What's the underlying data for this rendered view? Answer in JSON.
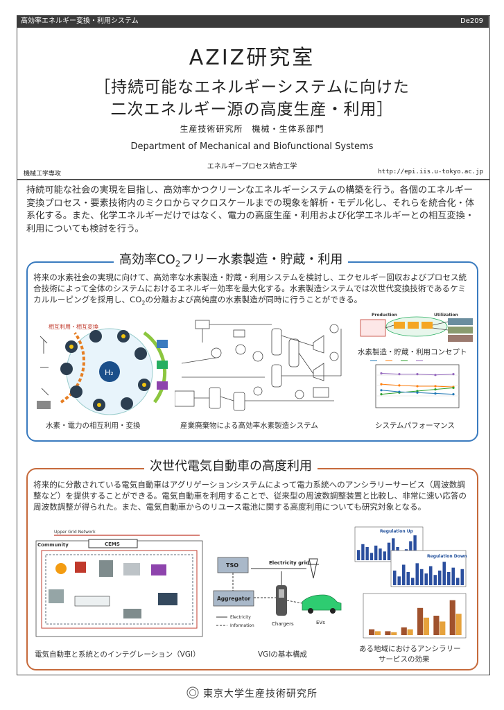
{
  "header": {
    "category": "高効率エネルギー変換・利用システム",
    "code": "De209"
  },
  "title": {
    "main": "AZIZ研究室",
    "sub_line1": "［持続可能なエネルギーシステムに向けた",
    "sub_line2": "二次エネルギー源の高度生産・利用］",
    "department_jp": "生産技術研究所　機械・生体系部門",
    "department_en": "Department of Mechanical and Biofunctional Systems",
    "lab_field": "エネルギープロセス統合工学",
    "major": "機械工学専攻",
    "url": "http://epi.iis.u-tokyo.ac.jp"
  },
  "intro": "持続可能な社会の実現を目指し、高効率かつクリーンなエネルギーシステムの構築を行う。各個のエネルギー変換プロセス・要素技術内のミクロからマクロスケールまでの現象を解析・モデル化し、それらを統合化・体系化する。また、化学エネルギーだけではなく、電力の高度生産・利用および化学エネルギーとの相互変換・利用についても検討を行う。",
  "section1": {
    "title_pre": "高効率CO",
    "title_sub": "2",
    "title_post": "フリー水素製造・貯蔵・利用",
    "body_pre": "将来の水素社会の実現に向けて、高効率な水素製造・貯蔵・利用システムを検討し、エクセルギー回収およびプロセス統合技術によって全体のシステムにおけるエネルギー効率を最大化する。水素製造システムでは次世代変換技術であるケミカルルーピングを採用し、CO",
    "body_sub": "2",
    "body_post": "の分離および高純度の水素製造が同時に行うことができる。",
    "fig1_caption": "水素・電力の相互利用・変換",
    "fig1_label_top": "相互利用・相互変換",
    "fig1_center": "H₂",
    "fig2_caption": "産業廃棄物による高効率水素製造システム",
    "fig3_caption": "水素製造・貯蔵・利用コンセプト",
    "fig3_production": "Production",
    "fig3_utilization": "Utilization",
    "fig4_caption": "システムパフォーマンス"
  },
  "section2": {
    "title": "次世代電気自動車の高度利用",
    "body": "将来的に分散されている電気自動車はアグリゲーションシステムによって電力系統へのアンシラリーサービス（周波数調整など）を提供することができる。電気自動車を利用することで、従来型の周波数調整装置と比較し、非常に速い応答の周波数調整が得られた。また、電気自動車からのリユース電池に関する高度利用についても研究対象となる。",
    "fig1_caption": "電気自動車と系統とのインテグレーション（VGI）",
    "fig1_network": "Upper Grid Network",
    "fig1_community": "Community",
    "fig1_cems": "CEMS",
    "fig2_caption": "VGIの基本構成",
    "fig2_tso": "TSO",
    "fig2_aggregator": "Aggregator",
    "fig2_grid": "Electricity grid",
    "fig2_chargers": "Chargers",
    "fig2_evs": "EVs",
    "fig2_legend_elec": "Electricity",
    "fig2_legend_info": "Information",
    "fig3_caption_l1": "ある地域におけるアンシラリー",
    "fig3_caption_l2": "サービスの効果",
    "fig3_reg_up": "Regulation Up",
    "fig3_reg_down": "Regulation Down"
  },
  "colors": {
    "blue": "#3a7bbf",
    "orange": "#c66a3b"
  },
  "footer": "東京大学生産技術研究所",
  "chart_data": [
    {
      "type": "bar",
      "title": "Regulation Up",
      "values": [
        14,
        22,
        18,
        10,
        20,
        16,
        12,
        24,
        30,
        18,
        8,
        15,
        26,
        34,
        12
      ]
    },
    {
      "type": "bar",
      "title": "Regulation Down",
      "values": [
        20,
        12,
        28,
        18,
        10,
        30,
        22,
        16,
        26,
        14,
        20,
        32,
        18,
        24,
        10,
        22
      ]
    },
    {
      "type": "bar",
      "values_a": [
        6,
        4,
        8,
        28,
        20,
        36
      ],
      "values_b": [
        4,
        3,
        6,
        18,
        14,
        22
      ]
    },
    {
      "type": "line",
      "series": [
        {
          "values": [
            55,
            52,
            50,
            50,
            48
          ]
        },
        {
          "values": [
            30,
            34,
            38,
            42,
            46
          ]
        },
        {
          "values": [
            40,
            36,
            34,
            32,
            30
          ]
        },
        {
          "values": [
            82,
            80,
            80,
            78,
            80
          ]
        }
      ]
    }
  ]
}
